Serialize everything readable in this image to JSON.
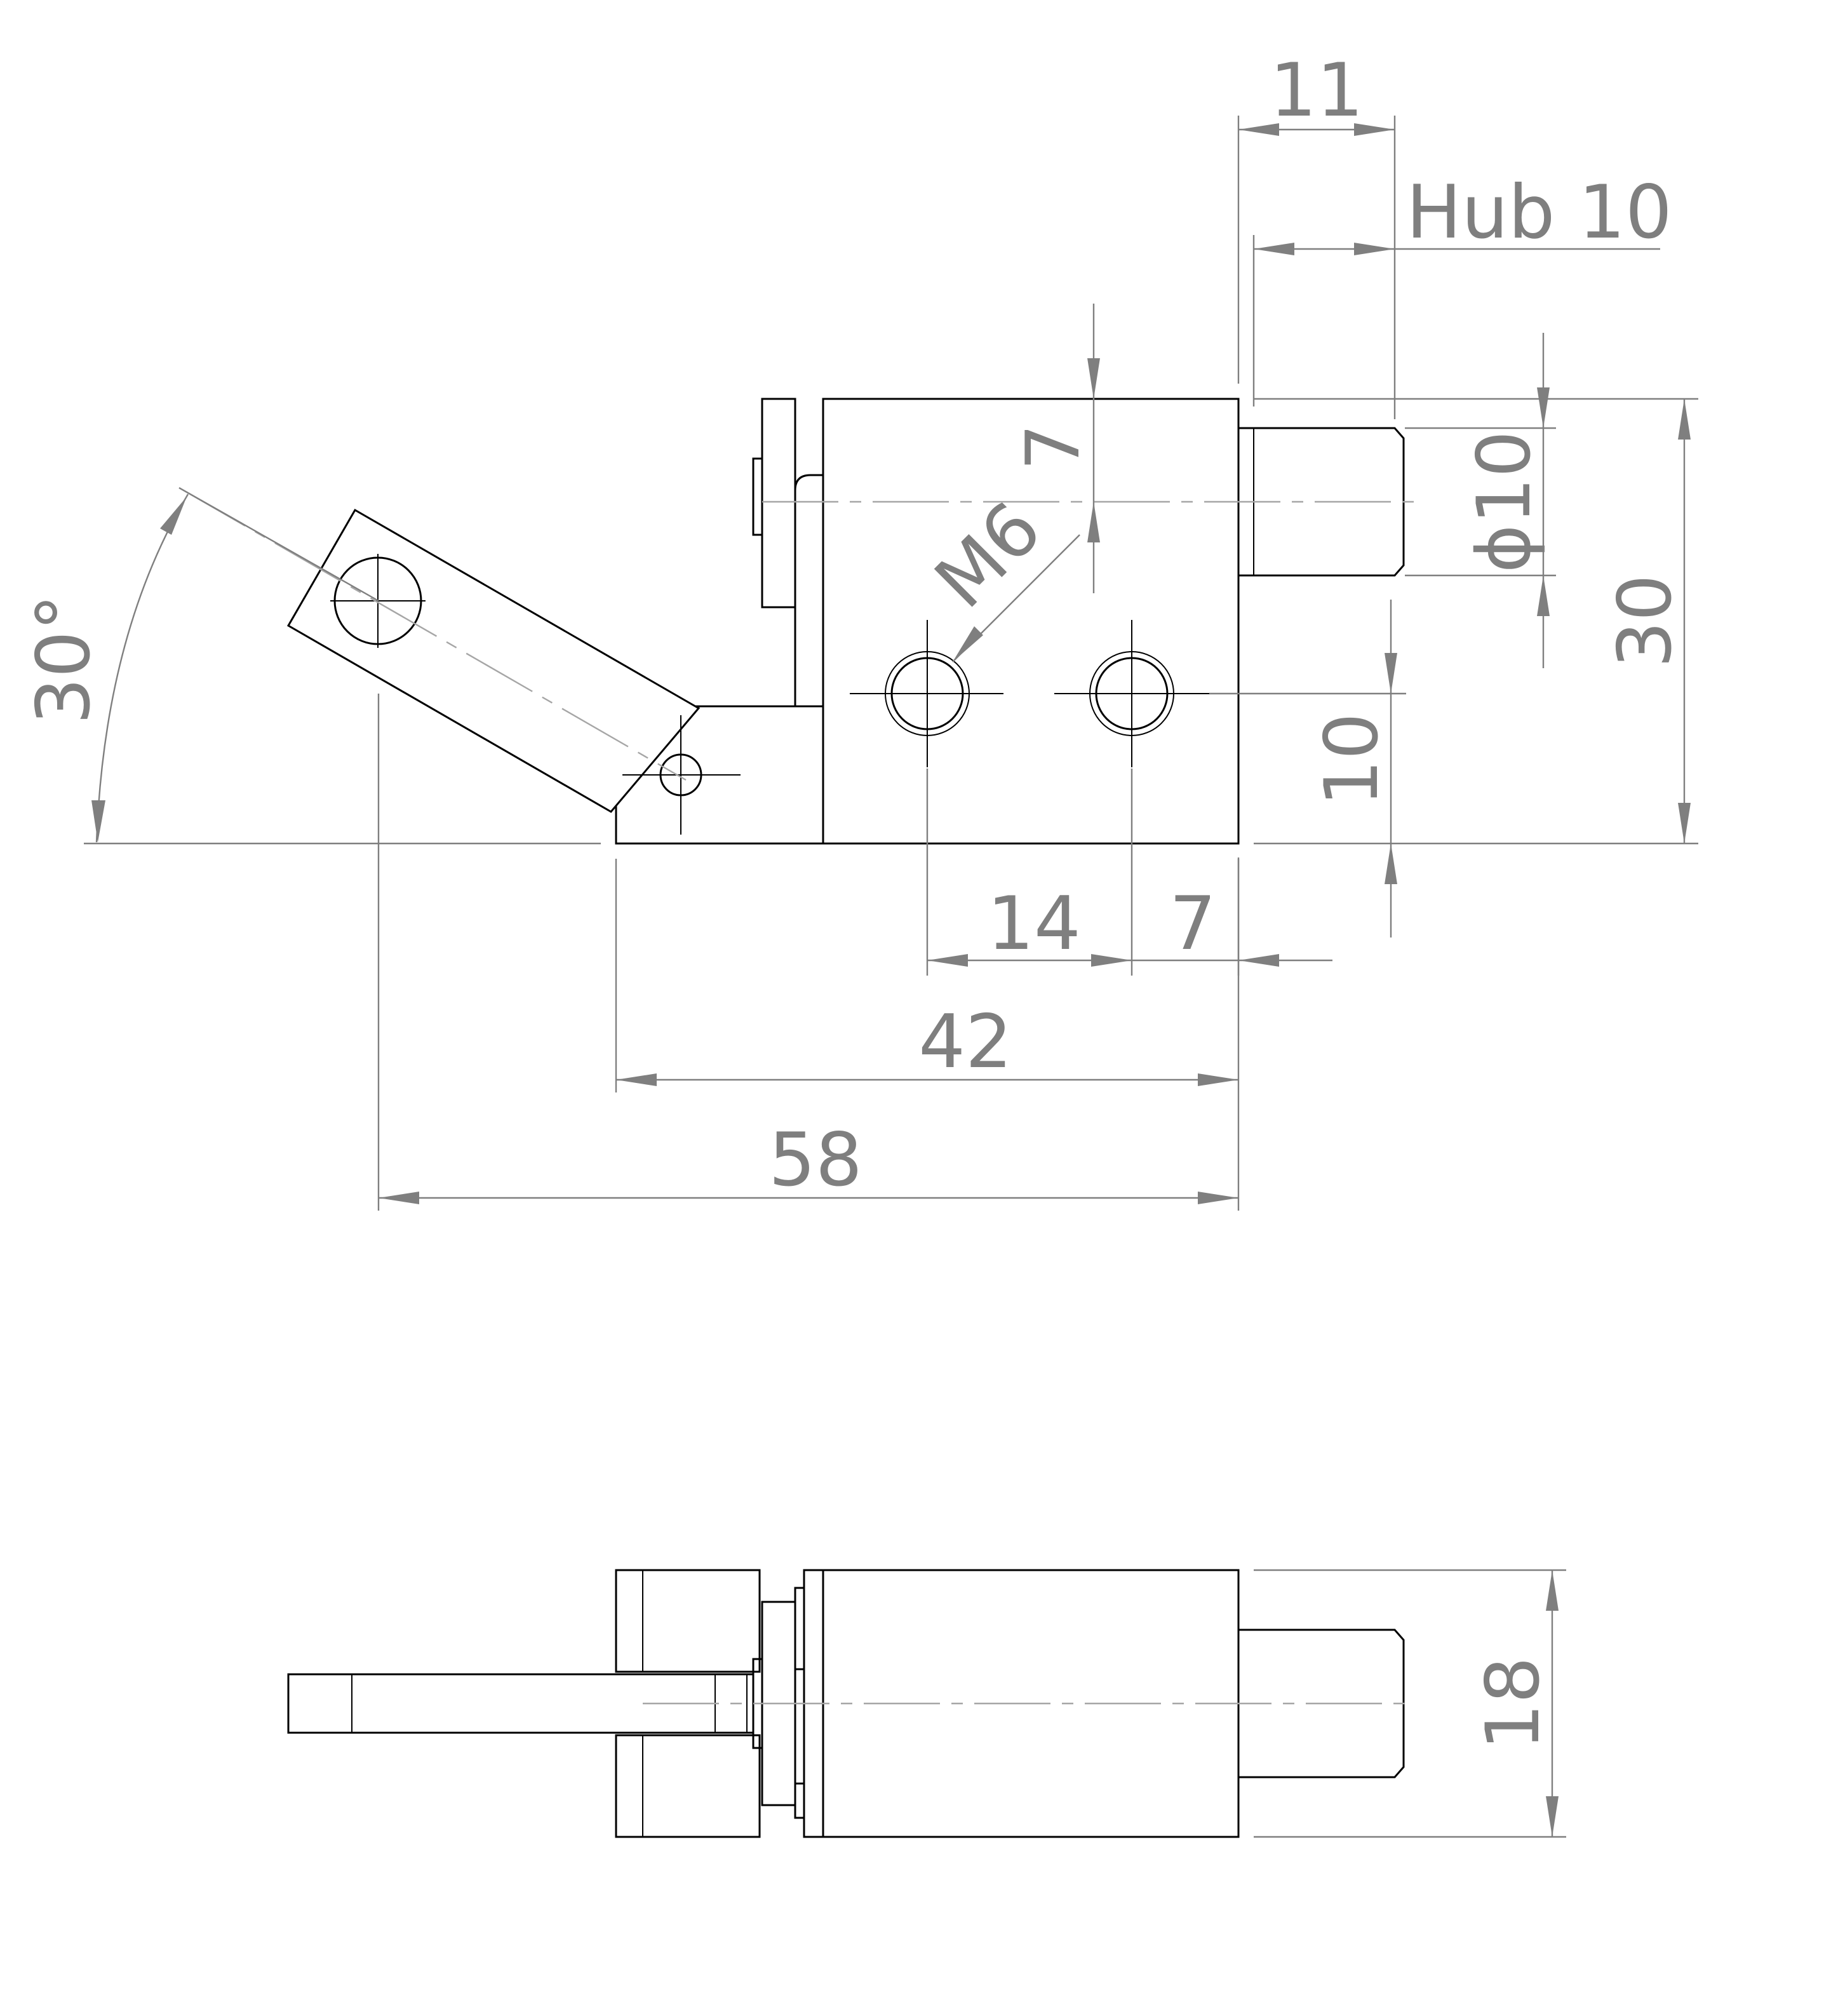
{
  "drawing": {
    "colors": {
      "outline": "#000000",
      "dimension": "#7f7f7f",
      "centerline": "#a6a6a6",
      "background": "#ffffff"
    },
    "dimensions": {
      "top_width": "11",
      "stroke": "Hub 10",
      "pin_offset": "7",
      "thread": "M6",
      "pin_diameter": "ϕ10",
      "height": "30",
      "hole_height": "10",
      "hole_pitch": "14",
      "hole_edge": "7",
      "base_length": "42",
      "total_length": "58",
      "angle": "30°",
      "side_width": "18"
    }
  }
}
